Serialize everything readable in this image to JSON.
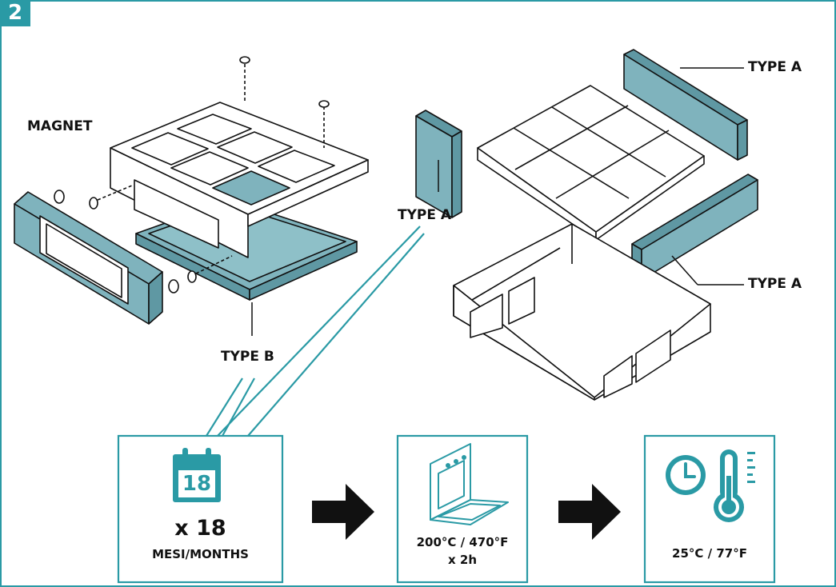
{
  "step_number": "2",
  "labels": {
    "magnet": "MAGNET",
    "type_b": "TYPE B",
    "type_a_left": "TYPE A",
    "type_a_top_right": "TYPE A",
    "type_a_mid_right": "TYPE A"
  },
  "steps": [
    {
      "calendar_number": "18",
      "count": "x 18",
      "unit": "MESI/MONTHS"
    },
    {
      "line1": "200°C / 470°F",
      "line2": "x 2h"
    },
    {
      "line1": "25°C / 77°F"
    }
  ],
  "colors": {
    "accent": "#2a9aa5",
    "filter": "#7fb3bd",
    "line": "#111111"
  }
}
